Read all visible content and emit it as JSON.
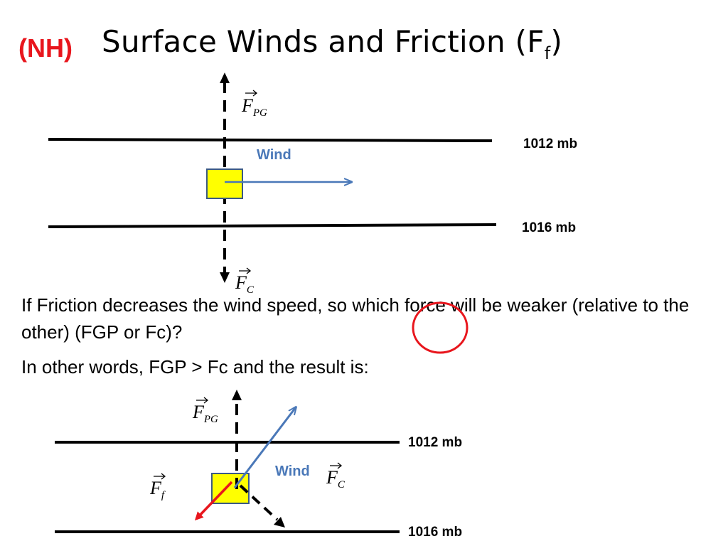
{
  "slide": {
    "hemisphere_tag": "(NH)",
    "title_main": "Surface Winds and Friction (F",
    "title_sub": "f",
    "title_end": ")",
    "paragraph_1": "If Friction decreases the wind speed, so which force will be weaker (relative to the other) (FGP or Fc)?",
    "paragraph_2": "In other words, FGP > Fc and the result is:"
  },
  "diagram_top": {
    "isobar_upper": "1012 mb",
    "isobar_lower": "1016 mb",
    "wind_label": "Wind",
    "pgf_label_main": "F",
    "pgf_label_sub": "PG",
    "coriolis_label_main": "F",
    "coriolis_label_sub": "C"
  },
  "diagram_bottom": {
    "isobar_upper": "1012 mb",
    "isobar_lower": "1016 mb",
    "wind_label": "Wind",
    "pgf_label_main": "F",
    "pgf_label_sub": "PG",
    "coriolis_label_main": "F",
    "coriolis_label_sub": "C",
    "friction_label_main": "F",
    "friction_label_sub": "f"
  },
  "colors": {
    "nh_tag": "#e8161d",
    "wind_arrow": "#4a78b8",
    "friction_arrow": "#e8161d",
    "parcel_fill": "#ffff00",
    "parcel_stroke": "#3b5a85",
    "highlight_circle": "#e8161d"
  }
}
